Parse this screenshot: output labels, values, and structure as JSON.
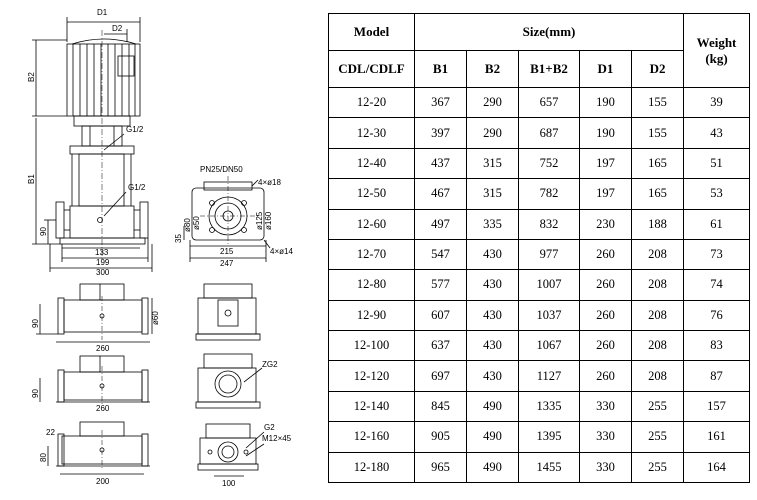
{
  "drawing": {
    "dims": {
      "d1": "D1",
      "d2": "D2",
      "b2": "B2",
      "b1": "B1",
      "g12_top": "G1/2",
      "g12_side": "G1/2",
      "h90": "90",
      "w133": "133",
      "w199": "199",
      "w300": "300",
      "flange": "PN25/DN50",
      "holes18": "4×ø18",
      "phi80": "ø80",
      "phi50": "ø50",
      "phi125": "ø125",
      "phi160": "ø160",
      "h35": "35",
      "w215": "215",
      "w247": "247",
      "holes14": "4×ø14",
      "v2_h90": "90",
      "v2_phi60": "ø60",
      "v2_w260": "260",
      "v3_zg2": "ZG2",
      "v3_h90": "90",
      "v3_w260": "260",
      "v4_g2": "G2",
      "v4_m12": "M12×45",
      "v4_22": "22",
      "v4_80": "80",
      "v4_w200": "200",
      "v4_w100": "100"
    }
  },
  "table": {
    "header": {
      "model": "Model",
      "size": "Size(mm)",
      "weight": "Weight (kg)",
      "series": "CDL/CDLF",
      "cols": [
        "B1",
        "B2",
        "B1+B2",
        "D1",
        "D2"
      ]
    },
    "rows": [
      [
        "12-20",
        "367",
        "290",
        "657",
        "190",
        "155",
        "39"
      ],
      [
        "12-30",
        "397",
        "290",
        "687",
        "190",
        "155",
        "43"
      ],
      [
        "12-40",
        "437",
        "315",
        "752",
        "197",
        "165",
        "51"
      ],
      [
        "12-50",
        "467",
        "315",
        "782",
        "197",
        "165",
        "53"
      ],
      [
        "12-60",
        "497",
        "335",
        "832",
        "230",
        "188",
        "61"
      ],
      [
        "12-70",
        "547",
        "430",
        "977",
        "260",
        "208",
        "73"
      ],
      [
        "12-80",
        "577",
        "430",
        "1007",
        "260",
        "208",
        "74"
      ],
      [
        "12-90",
        "607",
        "430",
        "1037",
        "260",
        "208",
        "76"
      ],
      [
        "12-100",
        "637",
        "430",
        "1067",
        "260",
        "208",
        "83"
      ],
      [
        "12-120",
        "697",
        "430",
        "1127",
        "260",
        "208",
        "87"
      ],
      [
        "12-140",
        "845",
        "490",
        "1335",
        "330",
        "255",
        "157"
      ],
      [
        "12-160",
        "905",
        "490",
        "1395",
        "330",
        "255",
        "161"
      ],
      [
        "12-180",
        "965",
        "490",
        "1455",
        "330",
        "255",
        "164"
      ]
    ]
  }
}
